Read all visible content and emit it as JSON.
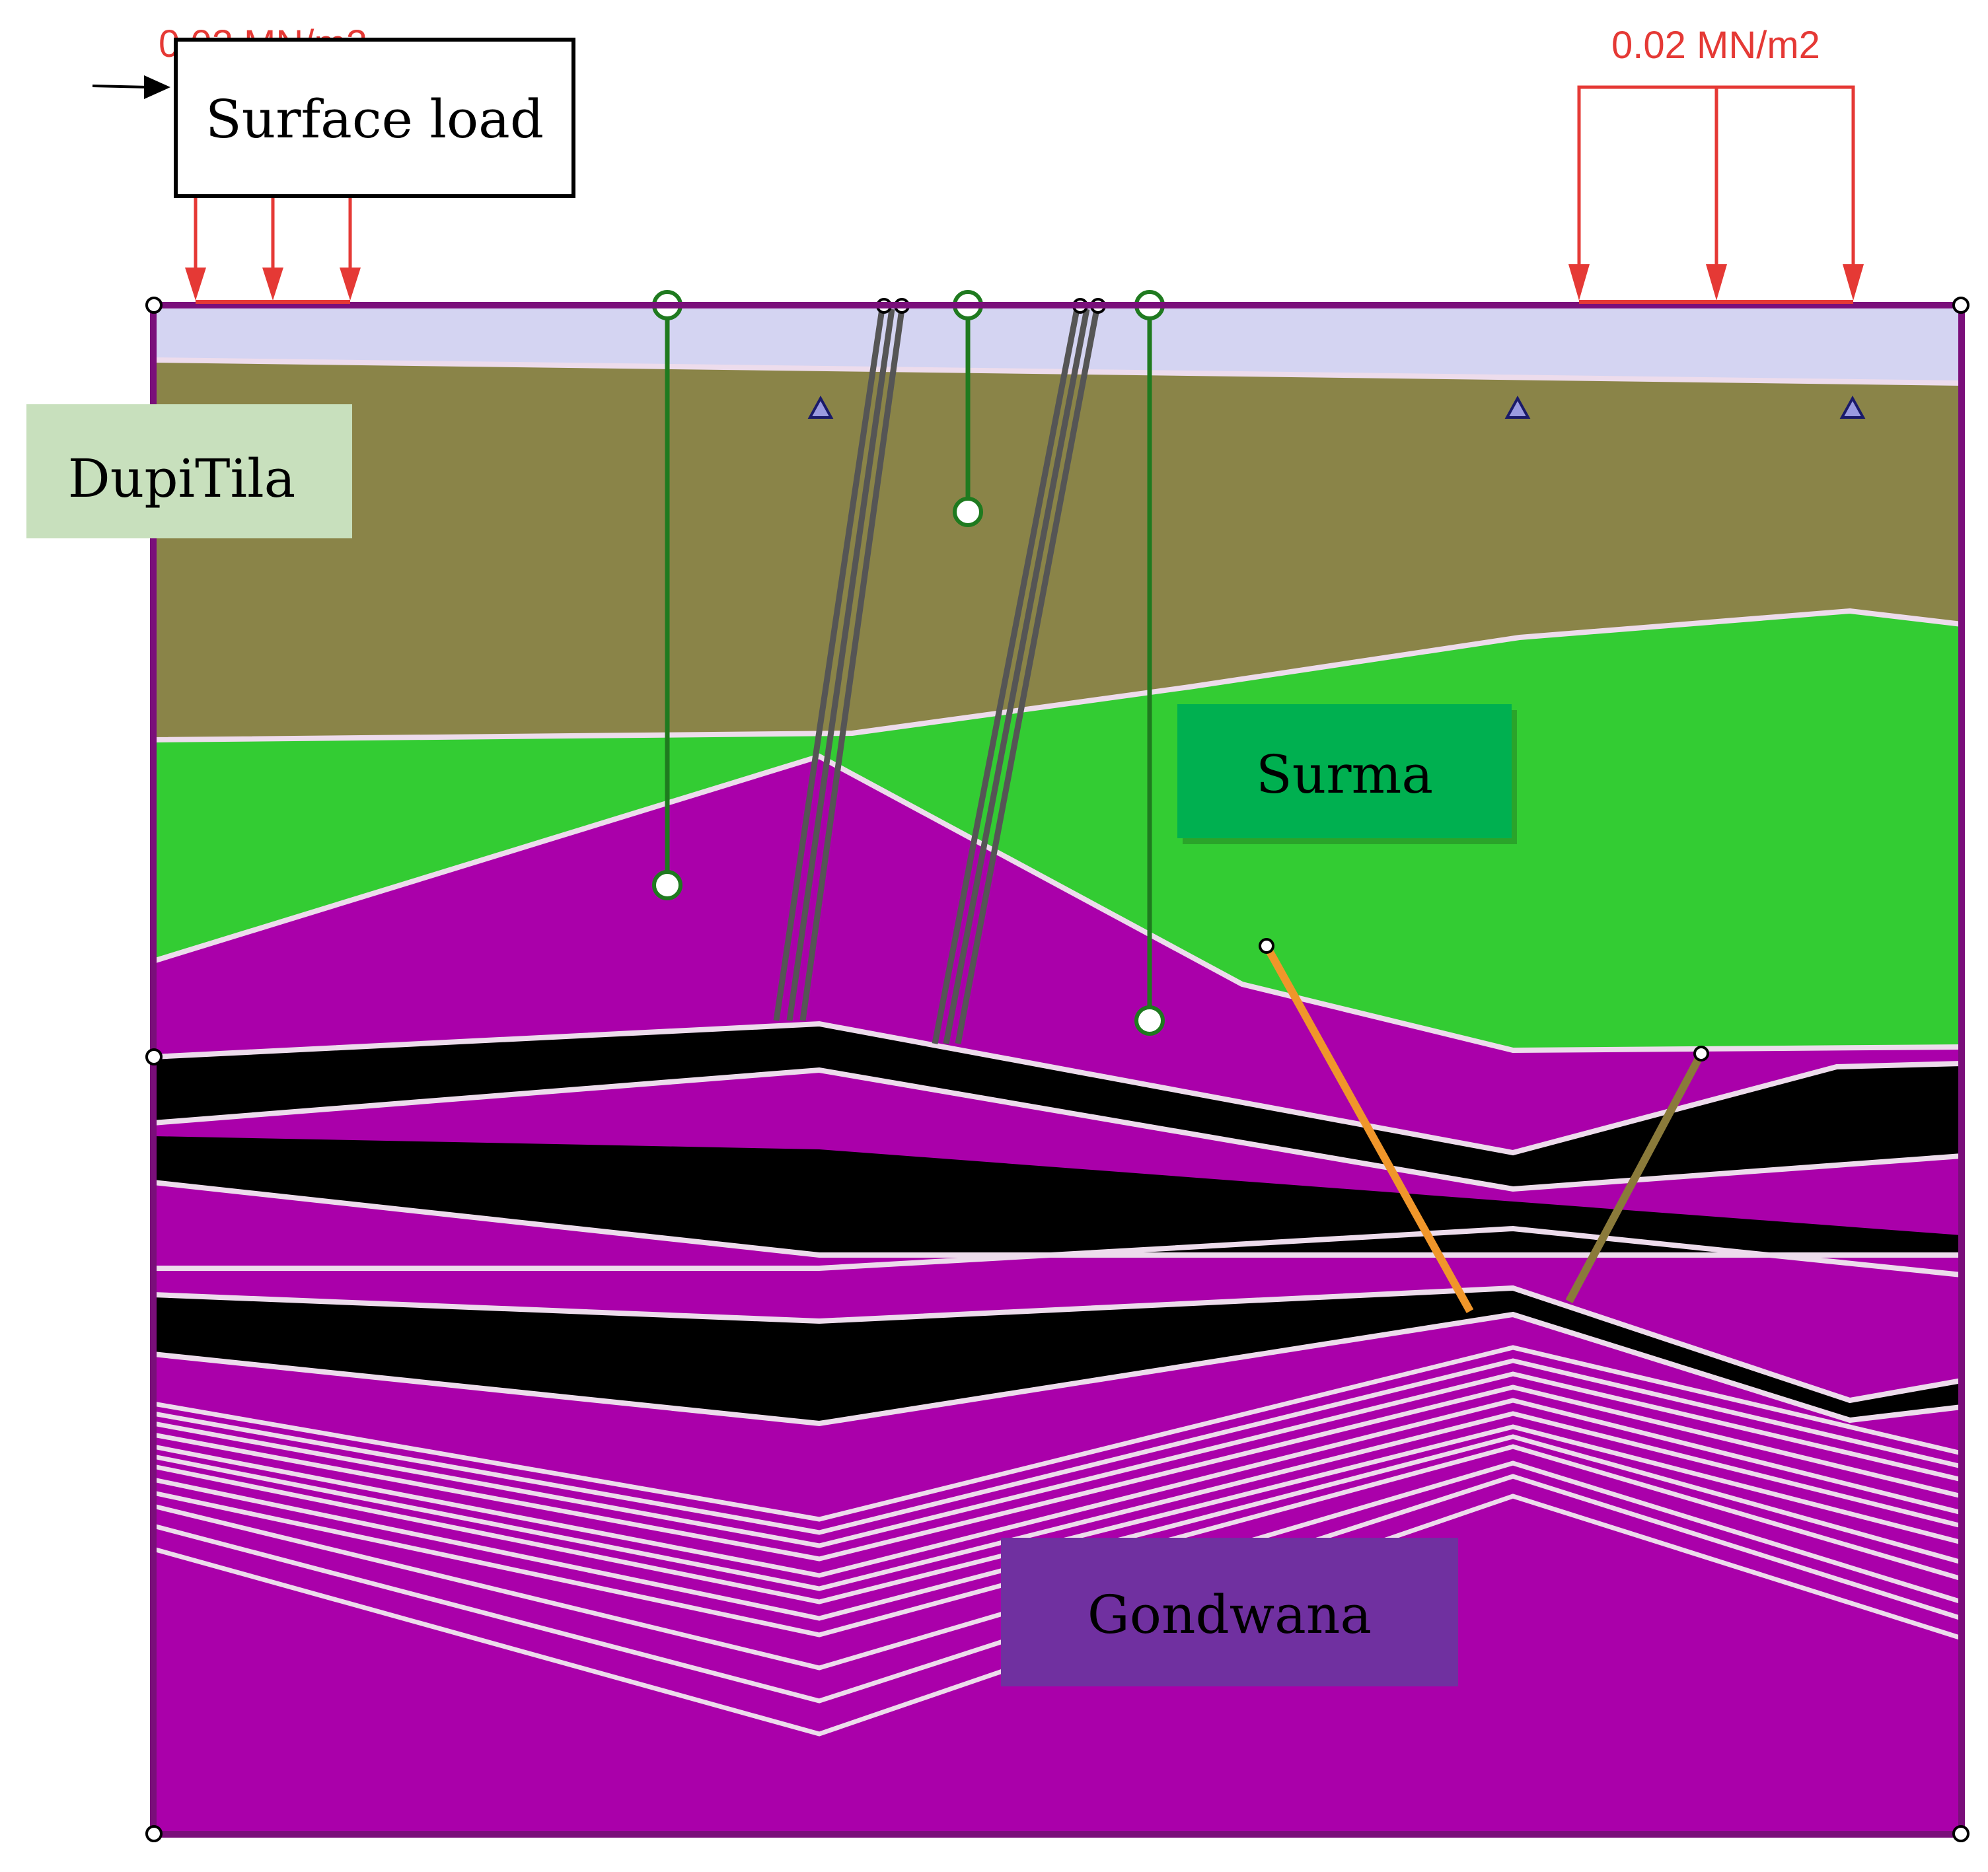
{
  "labels": {
    "surface_load": "Surface load",
    "dupitila": "DupiTila",
    "surma": "Surma",
    "gondwana": "Gondwana",
    "load_left": "0.02 MN/m2",
    "load_right": "0.02 MN/m2"
  },
  "colors": {
    "dupitila_layer": "#8a8448",
    "surma_layer": "#33cc33",
    "gondwana_layer": "#aa00aa",
    "coal_seam": "#000000",
    "top_band": "#d4d4f2",
    "layer_line": "#eddcec",
    "load_arrow": "#e53935",
    "frame": "#7a0f7a",
    "borehole": "#1f7a1f",
    "fault_trace": "#555555",
    "orange_line": "#f0962a",
    "olive_line": "#8a7a3a",
    "monitor_marker": "#9a9ae0",
    "dupitila_tag_bg": "#c8e0bd",
    "surma_tag_bg": "#00b050",
    "gondwana_tag_bg": "#7030a0"
  }
}
